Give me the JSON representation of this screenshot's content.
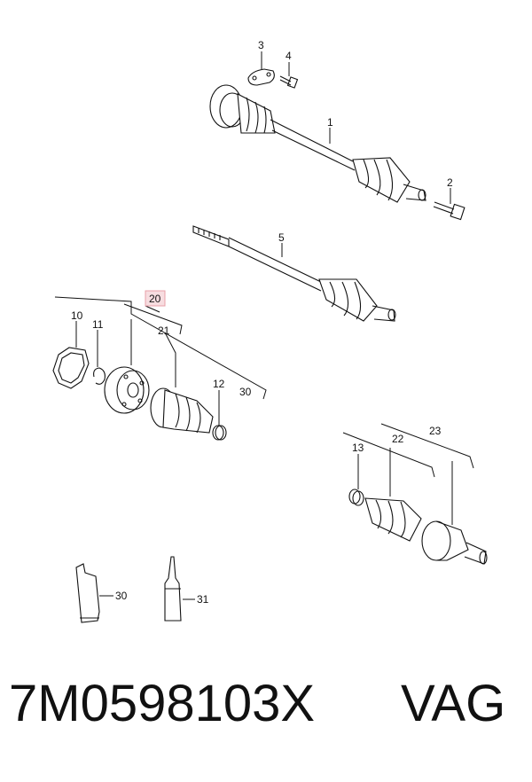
{
  "diagram": {
    "callouts": {
      "c1": "1",
      "c2": "2",
      "c3": "3",
      "c4": "4",
      "c5": "5",
      "c10": "10",
      "c11": "11",
      "c12": "12",
      "c13": "13",
      "c20": "20",
      "c21": "21",
      "c22": "22",
      "c23": "23",
      "c30_group": "30",
      "c30_tube": "30",
      "c31": "31"
    },
    "highlight_color": "#e8a0a8",
    "line_color": "#111111"
  },
  "footer": {
    "part_number": "7M0598103X",
    "brand": "VAG"
  }
}
